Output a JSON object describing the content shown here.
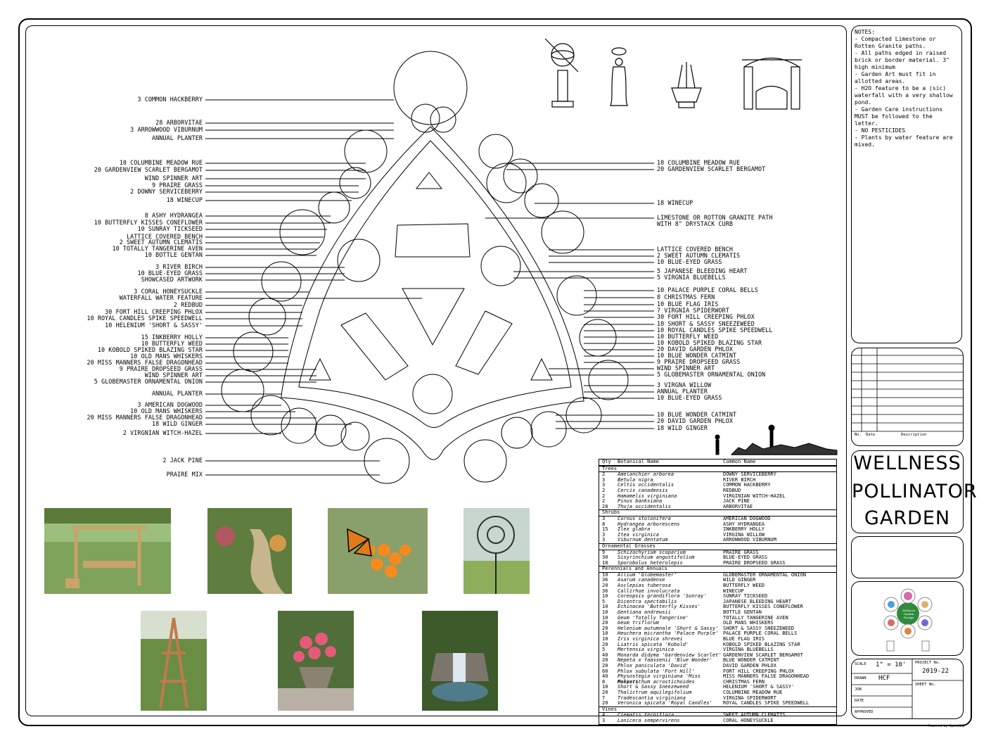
{
  "title": {
    "line1": "WELLNESS",
    "line2": "POLLINATOR",
    "line3": "GARDEN"
  },
  "notes": [
    "NOTES:",
    "- Compacted Limestone or Rotten Granite paths.",
    "- All paths edged in raised brick or border material. 3\" high minimum",
    "- Garden Art must fit in allotted areas.",
    "- H2O feature to be a (sic) waterfall with a very shallow pond.",
    "- Garden Care instructions MUST be followed to the letter.",
    "- NO PESTICIDES",
    "- Plants by water feature are mixed."
  ],
  "left_labels": [
    "3 COMMON HACKBERRY",
    "28 ARBORVITAE",
    "3 ARROWWOOD VIBURNUM",
    "ANNUAL PLANTER",
    "10 COLUMBINE MEADOW RUE",
    "20 GARDENVIEW SCARLET BERGAMOT",
    "WIND SPINNER ART",
    "9 PRAIRE GRASS",
    "2 DOWNY SERVICEBERRY",
    "18 WINECUP",
    "8 ASHY HYDRANGEA",
    "10 BUTTERFLY KISSES CONEFLOWER",
    "10 SUNRAY TICKSEED",
    "LATTICE COVERED BENCH",
    "2 SWEET AUTUMN CLEMATIS",
    "10 TOTALLY TANGERINE AVEN",
    "10 BOTTLE GENTAN",
    "3 RIVER BIRCH",
    "10 BLUE-EYED GRASS",
    "SHOWCASED ARTWORK",
    "3 CORAL HONEYSUCKLE",
    "WATERFALL WATER FEATURE",
    "2 REDBUD",
    "30 FORT HILL CREEPING PHLOX",
    "10 ROYAL CANDLES SPIKE SPEEDWELL",
    "10 HELENIUM 'SHORT & SASSY'",
    "15 INKBERRY HOLLY",
    "10 BUTTERFLY WEED",
    "10 KOBOLD SPIKED BLAZING STAR",
    "10 OLD MANS WHISKERS",
    "20 MISS MANNERS FALSE DRAGONHEAD",
    "9 PRAIRE DROPSEED GRASS",
    "WIND SPINNER ART",
    "5 GLOBEMASTER ORNAMENTAL ONION",
    "ANNUAL PLANTER",
    "3 AMERICAN DOGWOOD",
    "10 OLD MANS WHISKERS",
    "20 MISS MANNERS FALSE DRAGONHEAD",
    "18 WILD GINGER",
    "2 VIRGNIAN WITCH-HAZEL",
    "2 JACK PINE",
    "PRAIRE MIX"
  ],
  "right_labels": [
    "10 COLUMBINE MEADOW RUE",
    "20 GARDENVIEW SCARLET BERGAMOT",
    "18 WINECUP",
    "LIMESTONE OR ROTTON GRANITE PATH",
    "WITH 8\" DRYSTACK CURB",
    "LATTICE COVERED BENCH",
    "2 SWEET AUTUMN CLEMATIS",
    "10 BLUE-EYED GRASS",
    "5 JAPANESE BLEEDING HEART",
    "5 VIRGNIA BLUEBELLS",
    "10 PALACE PURPLE CORAL BELLS",
    "8 CHRISTMAS FERN",
    "10 BLUE FLAG IRIS",
    "7 VIRGNIA SPIDERWORT",
    "30 FORT HILL CREEPING PHLOX",
    "10 SHORT & SASSY SNEEZEWEED",
    "10 ROYAL CANDLES SPIKE SPEEDWELL",
    "10 BUTTERFLY WEED",
    "10 KOBOLD SPIKED BLAZING STAR",
    "20 DAVID GARDEN PHLOX",
    "10 BLUE WONDER CATMINT",
    "9 PRAIRE DROPSEED GRASS",
    "WIND SPINNER ART",
    "5 GLOBEMASTER ORNAMENTAL ONION",
    "3 VIRGNA WILLOW",
    "ANNUAL PLANTER",
    "10 BLUE-EYED GRASS",
    "10 BLUE WONDER CATMINT",
    "20 DAVID GARDEN PHLOX",
    "18 WILD GINGER"
  ],
  "plant_table": {
    "headers": [
      "Qty",
      "Botanical Name",
      "Common Name"
    ],
    "sections": [
      {
        "name": "Trees",
        "rows": [
          [
            "2",
            "Amelanchier arborea",
            "DOWNY SERVICEBERRY"
          ],
          [
            "3",
            "Betula nigra",
            "RIVER BIRCH"
          ],
          [
            "3",
            "Celtis occidentalis",
            "COMMON HACKBERRY"
          ],
          [
            "2",
            "Cercis canadensis",
            "REDBUD"
          ],
          [
            "2",
            "Hamamelis virginiana",
            "VIRGINIAN WITCH-HAZEL"
          ],
          [
            "2",
            "Pinus banksiana",
            "JACK PINE"
          ],
          [
            "28",
            "Thuja occidentalis",
            "ARBORVITAE"
          ]
        ]
      },
      {
        "name": "Shrubs",
        "rows": [
          [
            "3",
            "Cornus stolonifera",
            "AMERICAN DOGWOOD"
          ],
          [
            "8",
            "Hydrangea arborescens",
            "ASHY HYDRANGEA"
          ],
          [
            "15",
            "Ilex glabra",
            "INKBERRY HOLLY"
          ],
          [
            "3",
            "Itea virginica",
            "VIRGINA WILLOW"
          ],
          [
            "3",
            "Viburnum dentatum",
            "ARROWWOOD VIBURNUM"
          ]
        ]
      },
      {
        "name": "Ornamental Grasses",
        "rows": [
          [
            "9",
            "Schizachyrium scoparium",
            "PRAIRE GRASS"
          ],
          [
            "30",
            "Sisyrinchium angustifolium",
            "BLUE-EYED GRASS"
          ],
          [
            "18",
            "Sporobolus heterolepis",
            "PRAIRE DROPSEED GRASS"
          ]
        ]
      },
      {
        "name": "Perennials and Annuals",
        "rows": [
          [
            "10",
            "Allium 'Globemaster'",
            "GLOBEMASTER ORNAMENTAL ONION"
          ],
          [
            "36",
            "Asarum canadense",
            "WILD GINGER"
          ],
          [
            "20",
            "Asclepias tuberosa",
            "BUTTERFLY WEED"
          ],
          [
            "36",
            "Callirhoe involucrata",
            "WINECUP"
          ],
          [
            "10",
            "Coreopsis grandiflora 'Sunray'",
            "SUNRAY TICKSEED"
          ],
          [
            "5",
            "Dicentra spectabilis",
            "JAPANESE BLEEDING HEART"
          ],
          [
            "10",
            "Echinacea 'Butterfly Kisses'",
            "BUTTERFLY KISSES CONEFLOWER"
          ],
          [
            "10",
            "Gentiana andrewsii",
            "BOTTLE GENTAN"
          ],
          [
            "10",
            "Geum 'Totally Tangerine'",
            "TOTALLY TANGERINE AVEN"
          ],
          [
            "20",
            "Geum triflorum",
            "OLD MANS WHISKERS"
          ],
          [
            "20",
            "Helenium autumnale 'Short & Sassy'",
            "SHORT & SASSY SNEEZEWEED"
          ],
          [
            "10",
            "Heuchera micrantha 'Palace Purple'",
            "PALACE PURPLE CORAL BELLS"
          ],
          [
            "10",
            "Iris virginica shrevei",
            "BLUE FLAG IRIS"
          ],
          [
            "20",
            "Liatris spicata 'Kobold'",
            "KOBOLD SPIKED BLAZING STAR"
          ],
          [
            "5",
            "Mertensia virginica",
            "VIRGINA BLUEBELLS"
          ],
          [
            "40",
            "Monarda didyma 'Gardenview Scarlet'",
            "GARDENVIEW SCARLET BERGAMOT"
          ],
          [
            "20",
            "Nepeta x faassenii 'Blue Wonder'",
            "BLUE WONDER CATMINT"
          ],
          [
            "20",
            "Phlox paniculata 'David'",
            "DAVID GARDEN PHLOX"
          ],
          [
            "60",
            "Phlox subulata 'Fort Hill'",
            "FORT HILL CREEPING PHLOX"
          ],
          [
            "40",
            "Physostegia virginiana 'Miss Manners'",
            "MISS MANNERS FALSE DRAGONHEAD"
          ],
          [
            "8",
            "Polystichum acrostichoides",
            "CHRISTMAS FERN"
          ],
          [
            "10",
            "Short & Sassy Sneezeweed",
            "HELENIUM 'SHORT & SASSY'"
          ],
          [
            "20",
            "Thalictrum aquilegifolium",
            "COLUMBINE MEADOW RUE"
          ],
          [
            "7",
            "Tradescantia virginiana",
            "VIRGINA SPIDERWORT"
          ],
          [
            "20",
            "Veronica spicata 'Royal Candles'",
            "ROYAL CANDLES SPIKE SPEEDWELL"
          ]
        ]
      },
      {
        "name": "Vines",
        "rows": [
          [
            "4",
            "Clematis terniflora",
            "SWEET AUTUMN CLEMATIS"
          ],
          [
            "3",
            "Lonicera sempervirens",
            "CORAL HONEYSUCKLE"
          ]
        ]
      }
    ]
  },
  "title_block": {
    "scale_label": "SCALE",
    "scale_value": "1\" = 10'",
    "drawn_label": "DRAWN",
    "drawn_value": "HCF",
    "project_label": "PROJECT No.",
    "project_value": "2019-22",
    "sheet_label": "SHEET No.",
    "date_label": "DATE",
    "job_label": "JOB",
    "approved_label": "APPROVED",
    "rev_headers": [
      "No.",
      "Date",
      "Description"
    ],
    "logo_text": "Wellness Garden Design",
    "footer": "Powered by SpeedCAD"
  },
  "colors": {
    "ink": "#000000",
    "monarch": "#e07b1a",
    "flower": "#f58a1f",
    "grass": "#7aa34a",
    "wood": "#c9a36a"
  }
}
